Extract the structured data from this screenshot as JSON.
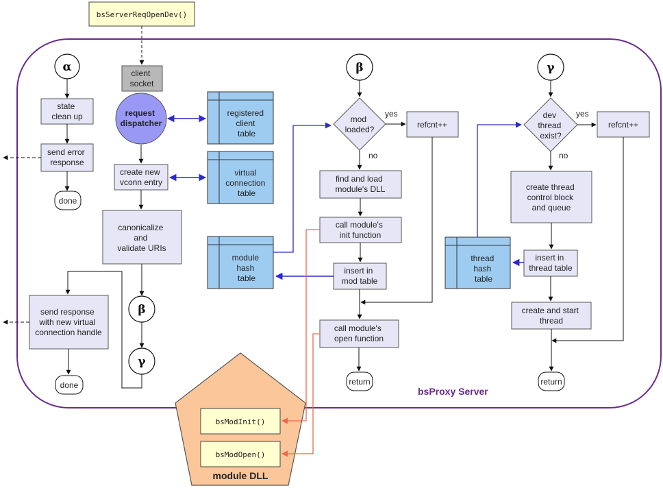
{
  "colors": {
    "process_fill": "#e6e6f7",
    "table_fill": "#9ecbf0",
    "dispatcher_fill": "#9999f5",
    "socket_fill": "#b8b8b8",
    "yellow_fill": "#ffffd0",
    "dll_fill": "#fbc69a",
    "server_border": "#6a2a8c",
    "blue_arrow": "#2a2ad0",
    "orange_arrow": "#e86a4a"
  },
  "top_call": "bsServerReqOpenDev()",
  "server_label": "bsProxy Server",
  "left": {
    "alpha": "α",
    "state_clean": [
      "state",
      "clean up"
    ],
    "send_error": [
      "send error",
      "response"
    ],
    "done": "done",
    "client_socket": [
      "client",
      "socket"
    ],
    "dispatcher": [
      "request",
      "dispatcher"
    ],
    "registered_table": [
      "registered",
      "client",
      "table"
    ],
    "create_vconn": [
      "create new",
      "vconn entry"
    ],
    "virtual_table": [
      "virtual",
      "connection",
      "table"
    ],
    "canonicalize": [
      "canonicalize",
      "and",
      "validate URIs"
    ],
    "beta": "β",
    "gamma": "γ",
    "send_response": [
      "send response",
      "with new virtual",
      "connection handle"
    ],
    "done2": "done"
  },
  "middle": {
    "beta": "β",
    "decision": [
      "mod",
      "loaded?"
    ],
    "yes": "yes",
    "no": "no",
    "refcnt": "refcnt++",
    "find_load": [
      "find and load",
      "module's DLL"
    ],
    "module_table": [
      "module",
      "hash",
      "table"
    ],
    "call_init": [
      "call module's",
      "init function"
    ],
    "insert_mod": [
      "insert in",
      "mod table"
    ],
    "call_open": [
      "call module's",
      "open  function"
    ],
    "return": "return"
  },
  "right": {
    "gamma": "γ",
    "decision": [
      "dev",
      "thread",
      "exist?"
    ],
    "yes": "yes",
    "no": "no",
    "refcnt": "refcnt++",
    "create_tcb": [
      "create thread",
      "control block",
      "and queue"
    ],
    "thread_table": [
      "thread",
      "hash",
      "table"
    ],
    "insert_thread": [
      "insert in",
      "thread  table"
    ],
    "create_start": [
      "create and start",
      "thread"
    ],
    "return": "return"
  },
  "dll": {
    "label": "module DLL",
    "init": "bsModInit()",
    "open": "bsModOpen()"
  }
}
